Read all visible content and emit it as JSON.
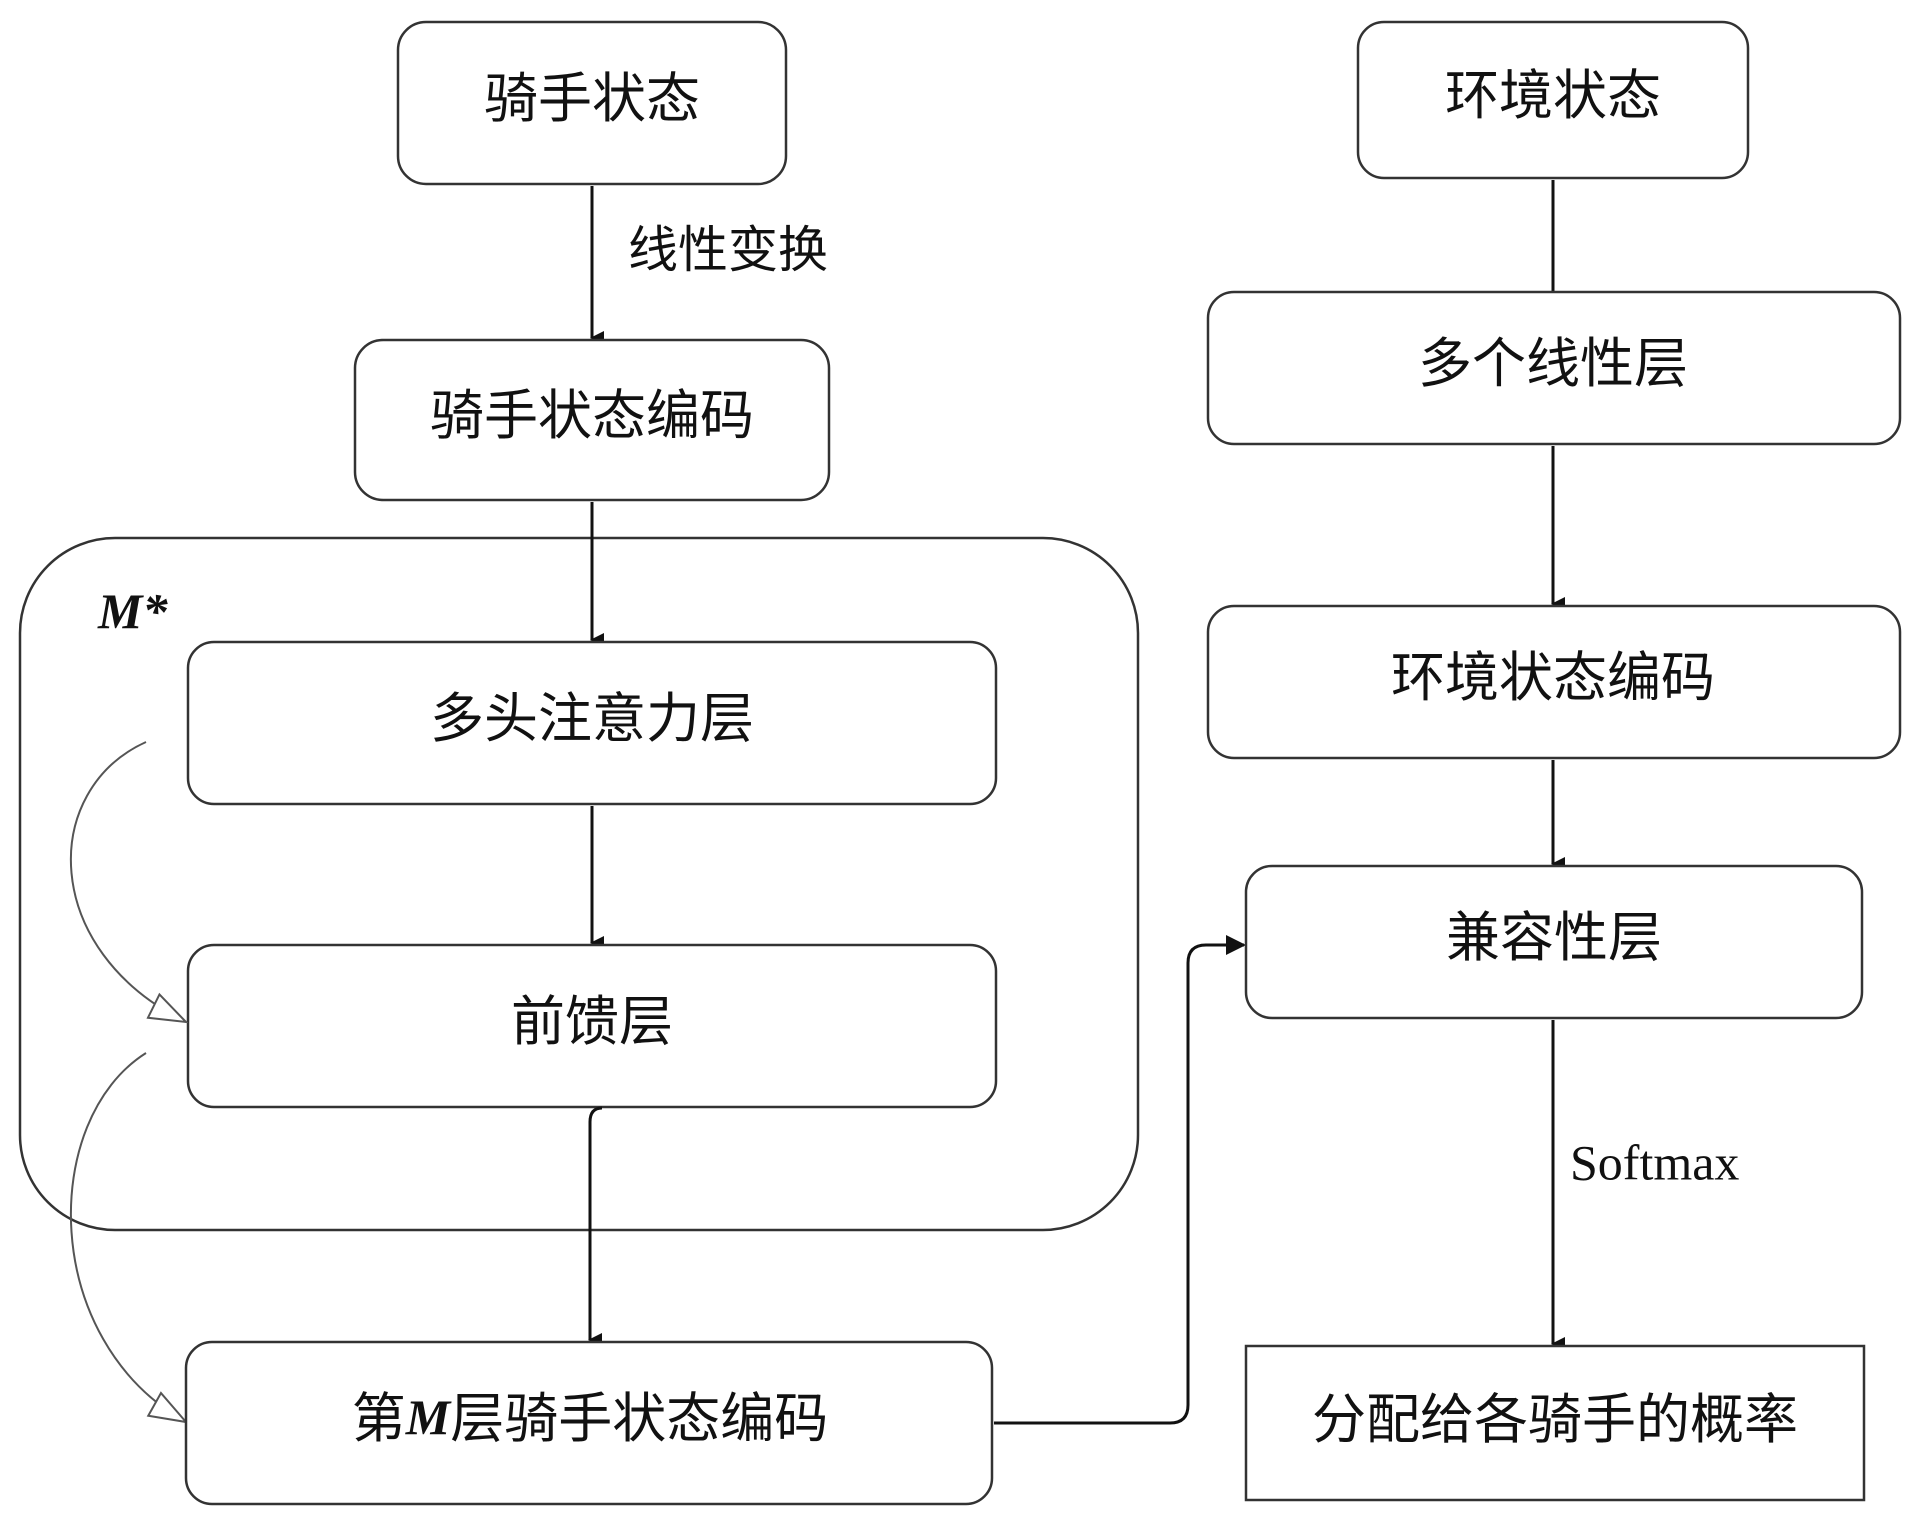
{
  "nodes": {
    "rider_state": "骑手状态",
    "rider_state_encoding": "骑手状态编码",
    "multi_head_attention": "多头注意力层",
    "feed_forward": "前馈层",
    "mth_layer_prefix": "第",
    "mth_layer_var": "M",
    "mth_layer_suffix": "层骑手状态编码",
    "env_state": "环境状态",
    "multi_linear": "多个线性层",
    "env_state_encoding": "环境状态编码",
    "compatibility_layer": "兼容性层",
    "assignment_probability": "分配给各骑手的概率"
  },
  "edge_labels": {
    "linear_transform": "线性变换",
    "softmax": "Softmax"
  },
  "group": {
    "repeat_label": "M*"
  }
}
